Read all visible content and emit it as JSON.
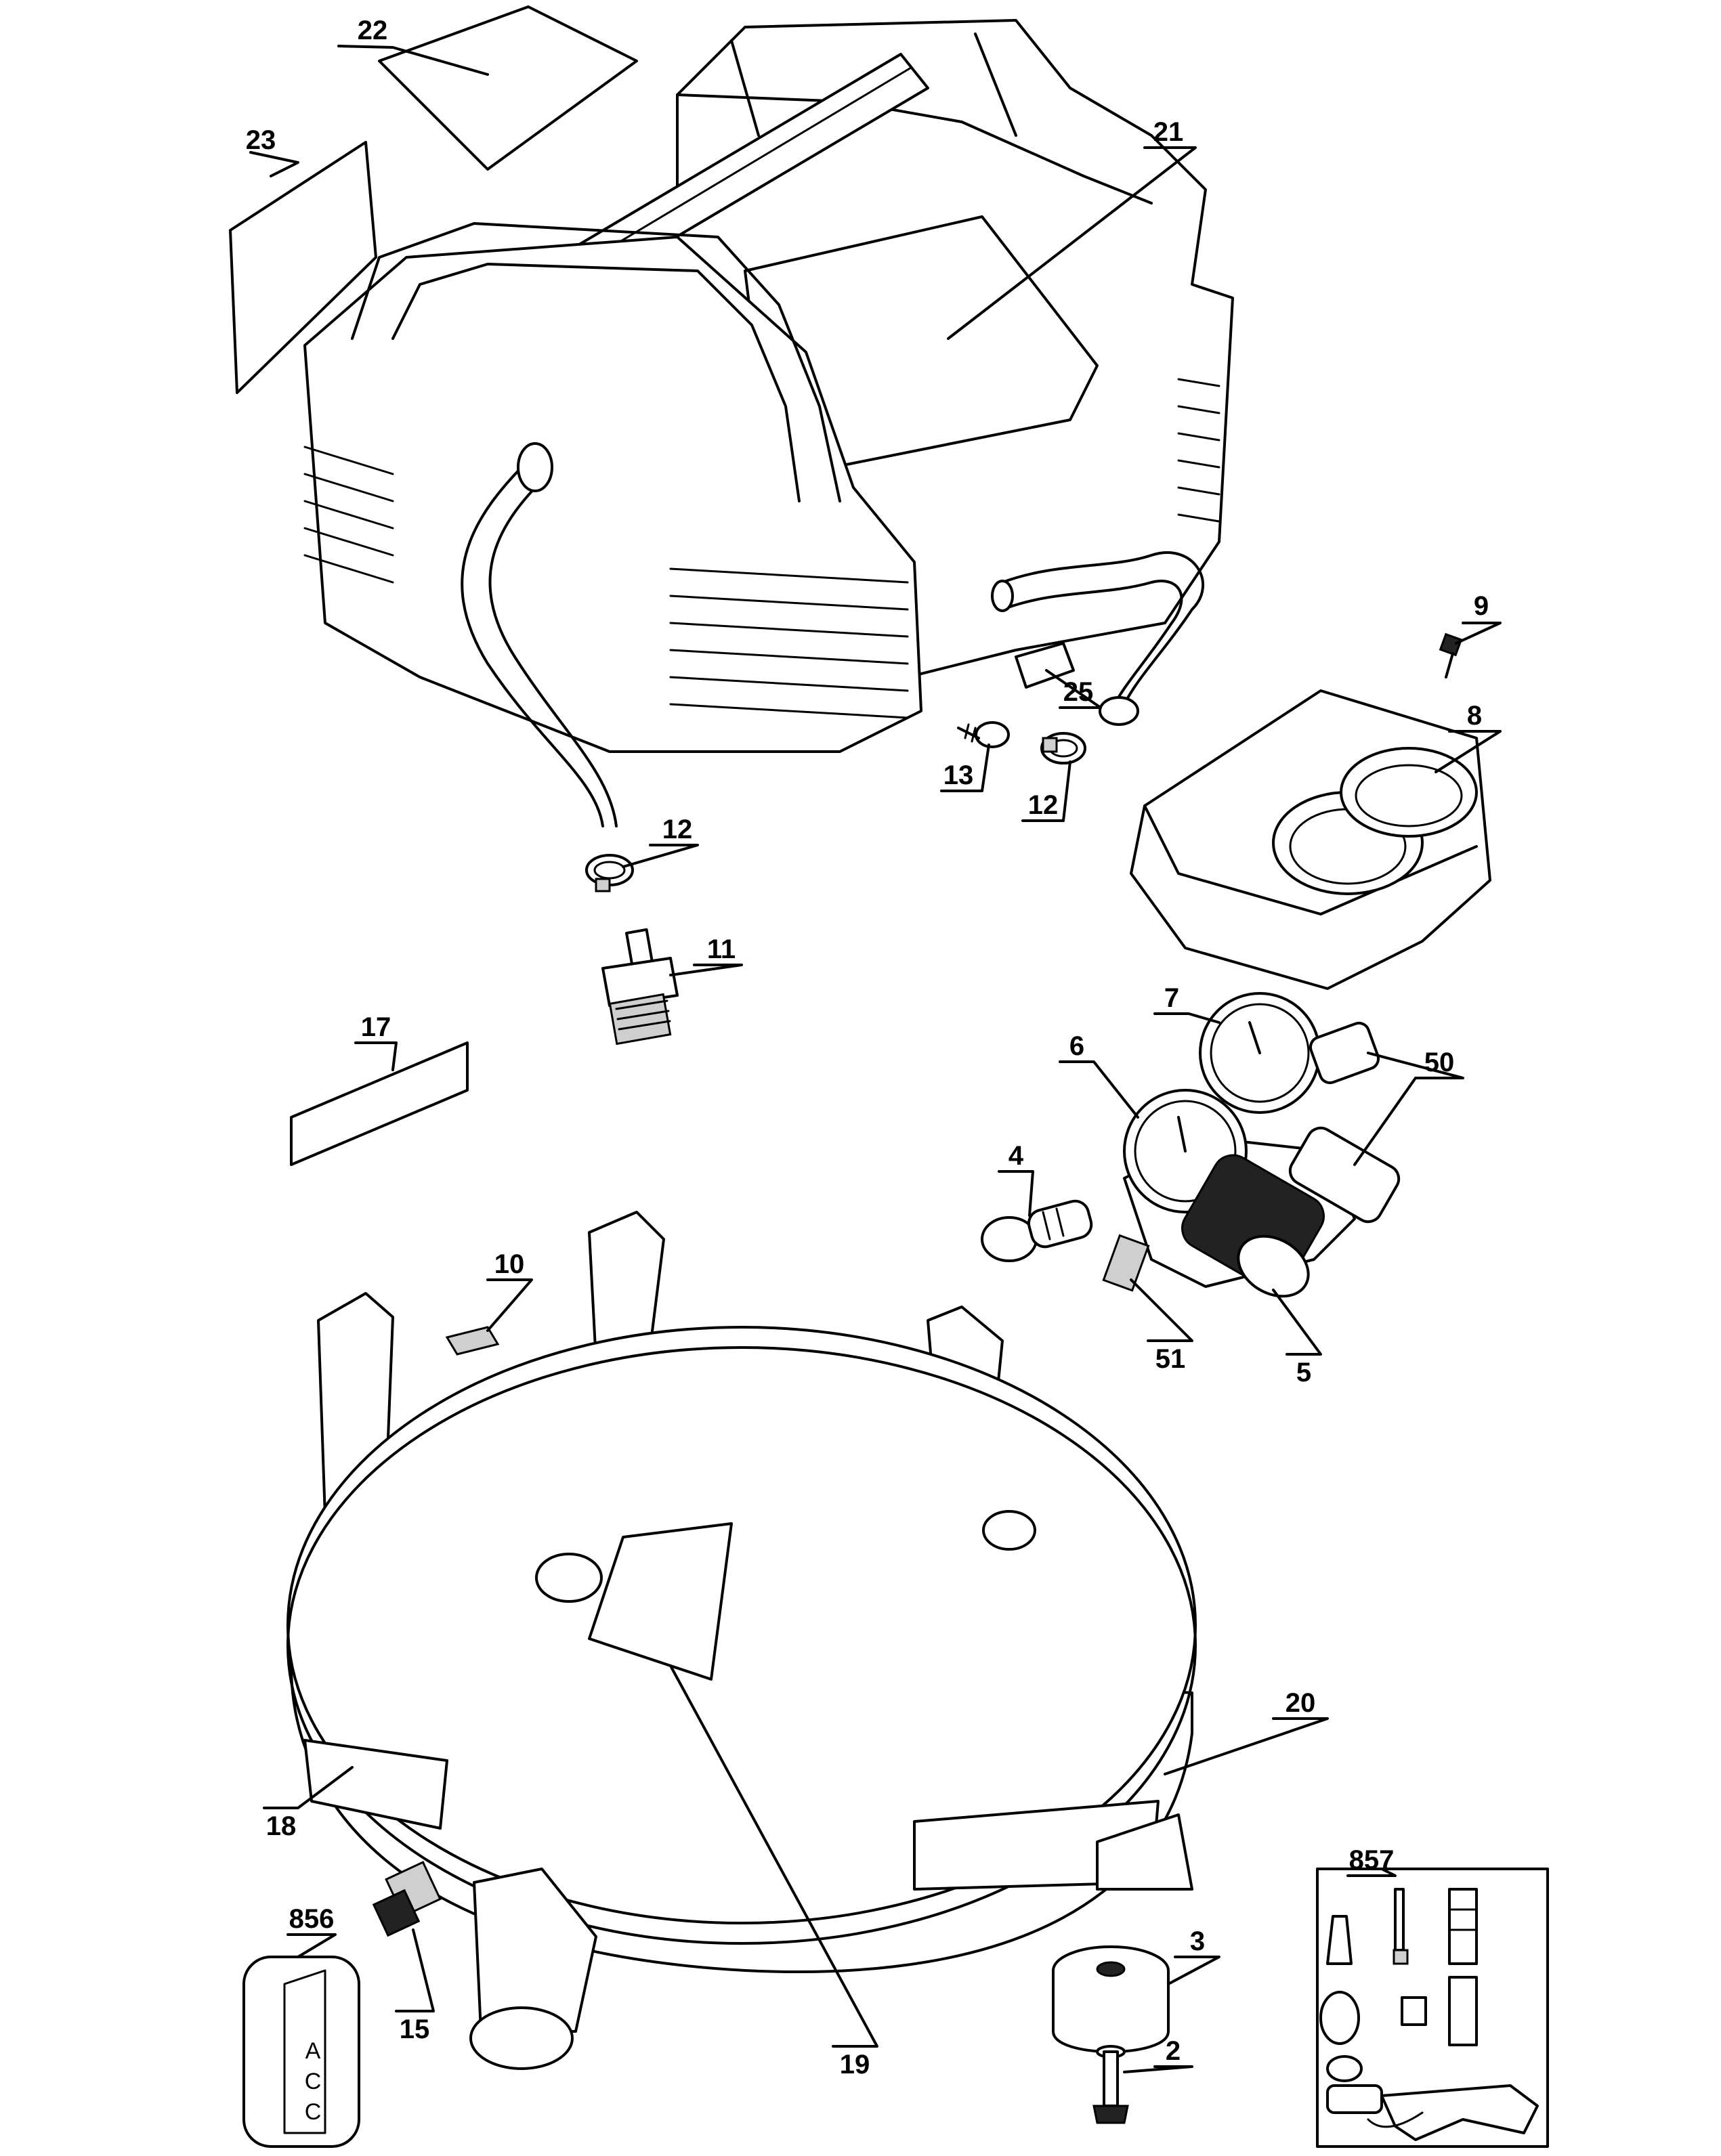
{
  "diagram": {
    "callouts": [
      {
        "id": "c22",
        "text": "22"
      },
      {
        "id": "c23",
        "text": "23"
      },
      {
        "id": "c21",
        "text": "21"
      },
      {
        "id": "c9",
        "text": "9"
      },
      {
        "id": "c8",
        "text": "8"
      },
      {
        "id": "c25",
        "text": "25"
      },
      {
        "id": "c13",
        "text": "13"
      },
      {
        "id": "c12a",
        "text": "12"
      },
      {
        "id": "c12b",
        "text": "12"
      },
      {
        "id": "c11",
        "text": "11"
      },
      {
        "id": "c17",
        "text": "17"
      },
      {
        "id": "c7",
        "text": "7"
      },
      {
        "id": "c6",
        "text": "6"
      },
      {
        "id": "c50",
        "text": "50"
      },
      {
        "id": "c4",
        "text": "4"
      },
      {
        "id": "c10",
        "text": "10"
      },
      {
        "id": "c51",
        "text": "51"
      },
      {
        "id": "c5",
        "text": "5"
      },
      {
        "id": "c20",
        "text": "20"
      },
      {
        "id": "c18",
        "text": "18"
      },
      {
        "id": "c857",
        "text": "857"
      },
      {
        "id": "c856",
        "text": "856"
      },
      {
        "id": "c3",
        "text": "3"
      },
      {
        "id": "c15",
        "text": "15"
      },
      {
        "id": "c19",
        "text": "19"
      },
      {
        "id": "c2",
        "text": "2"
      }
    ],
    "part_856_label": [
      "A",
      "C",
      "C"
    ]
  }
}
